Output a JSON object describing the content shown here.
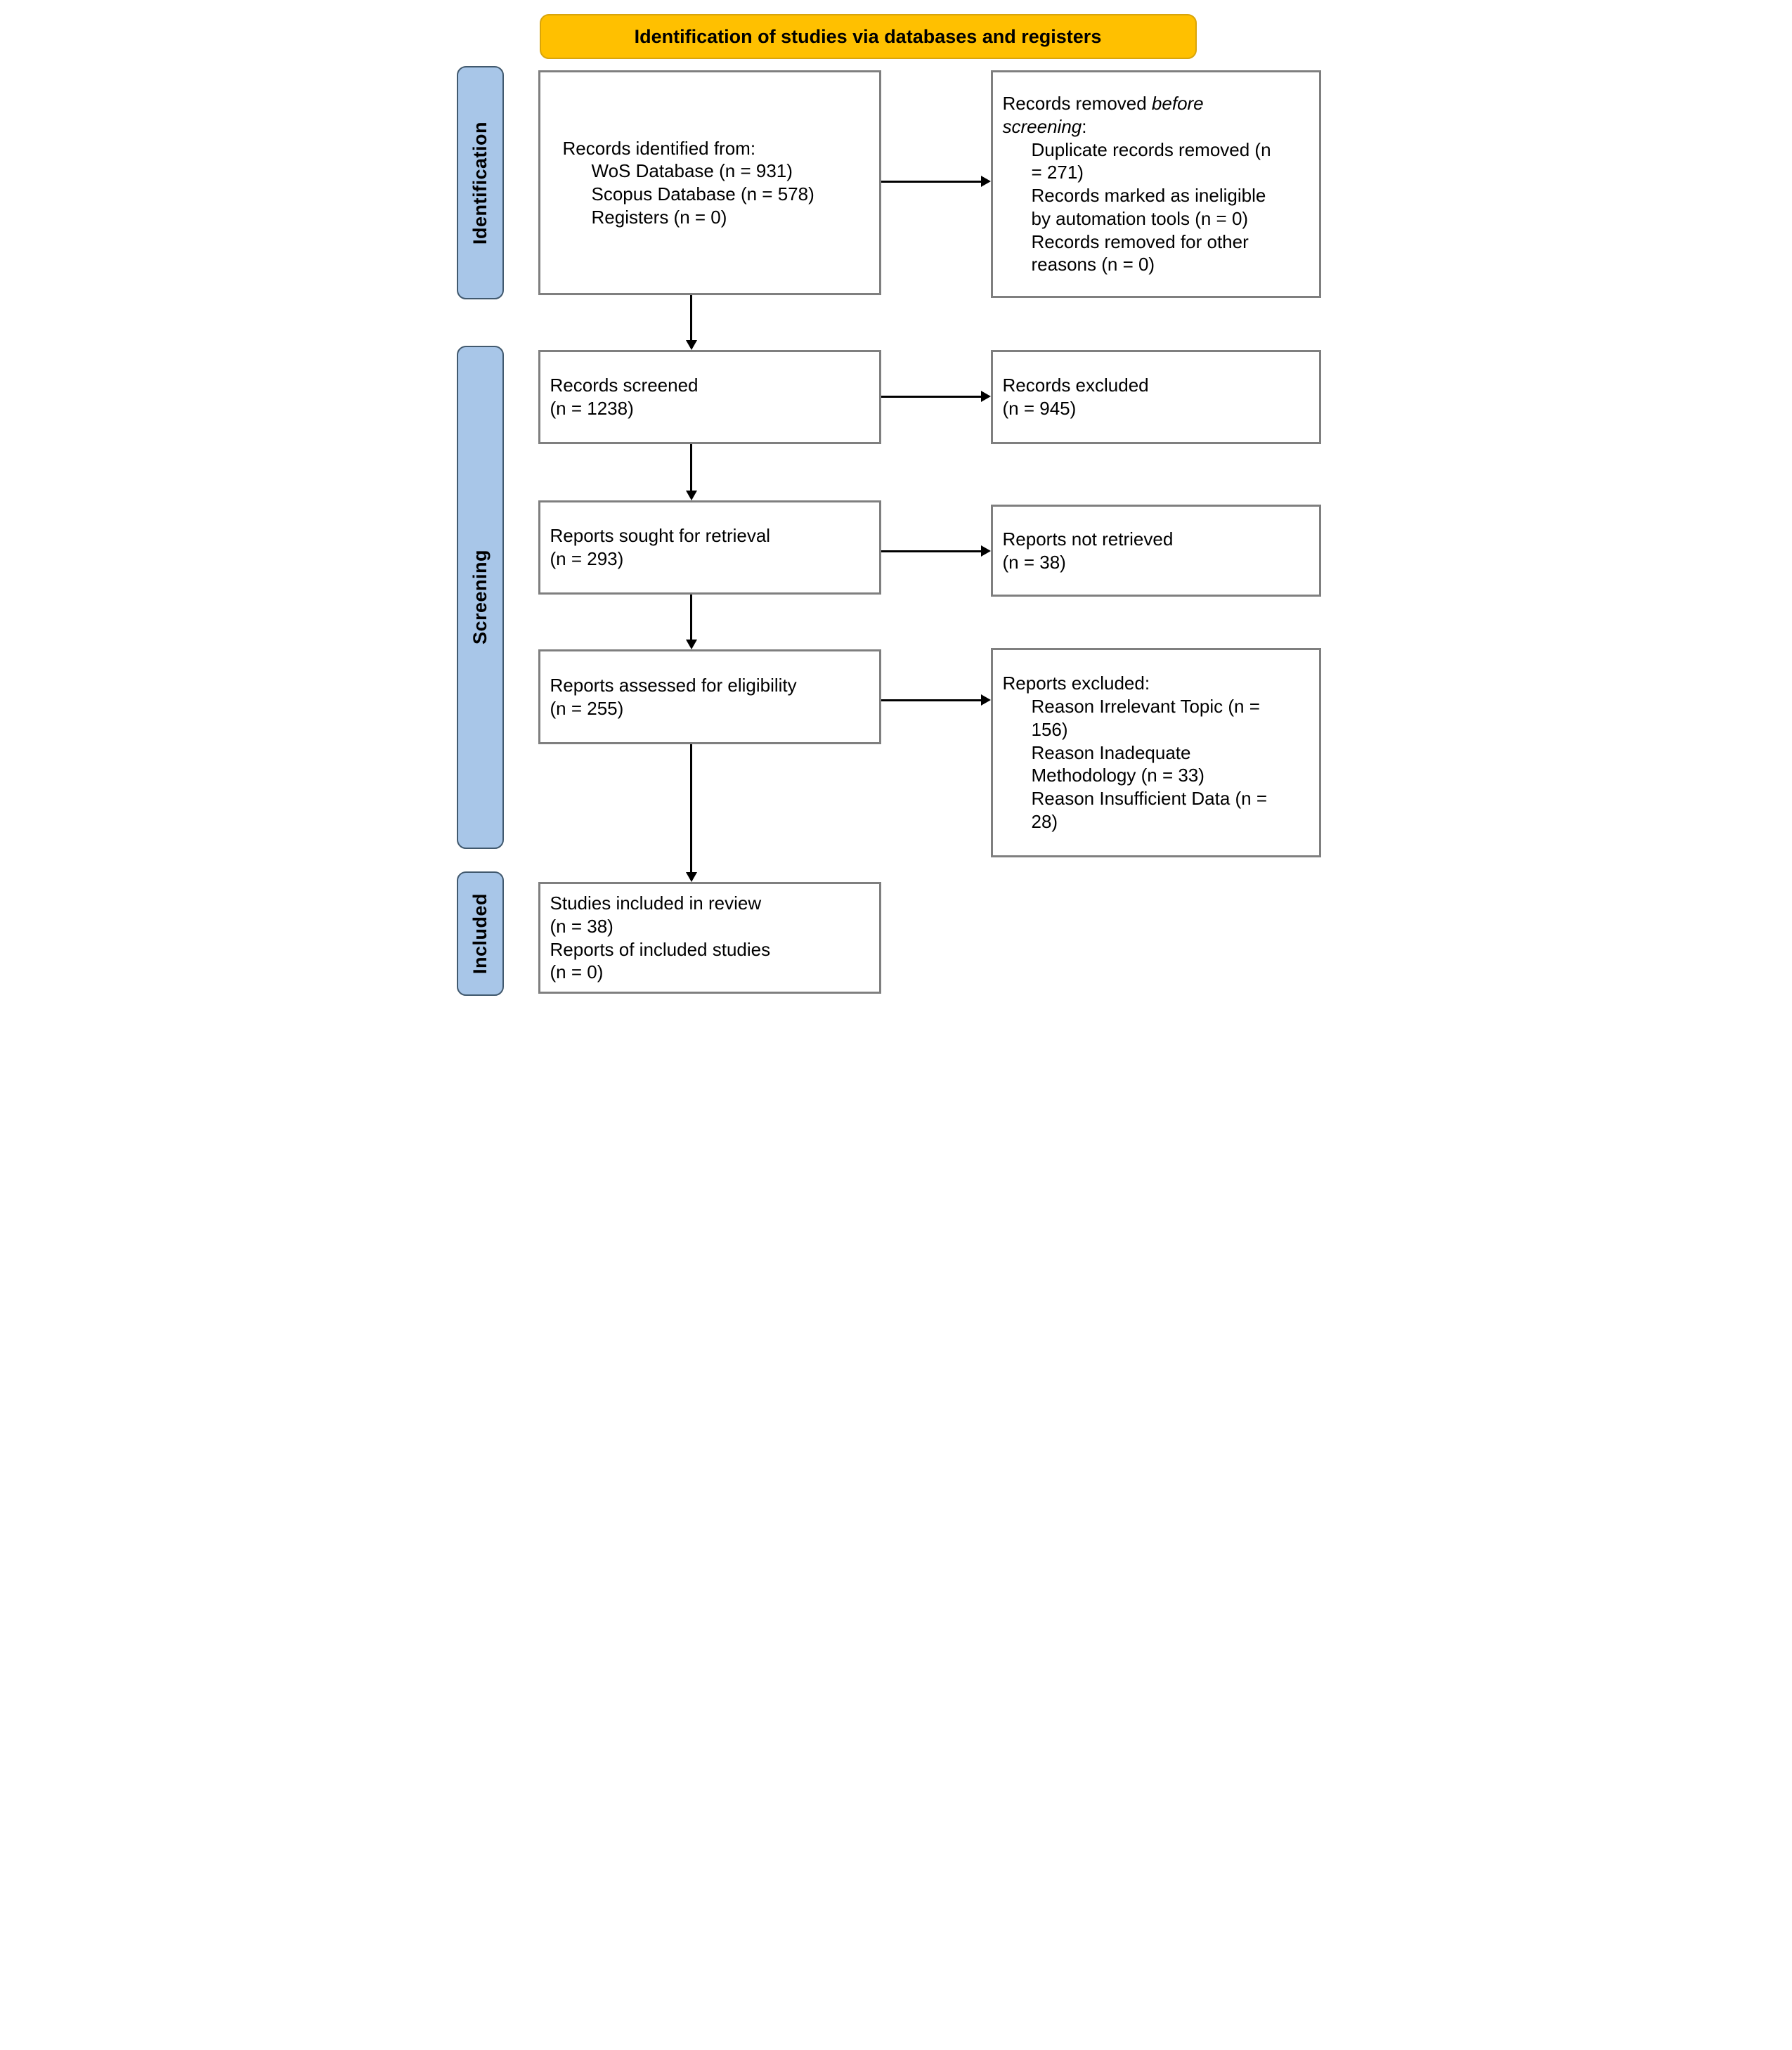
{
  "title": "Identification of studies via databases and registers",
  "colors": {
    "banner_fill": "#FFC000",
    "banner_border": "#D9A50B",
    "sidebar_fill": "#A8C6E8",
    "sidebar_border": "#41596E",
    "box_border": "#7F7F7F",
    "arrow": "#000000"
  },
  "sidebar": [
    {
      "label": "Identification"
    },
    {
      "label": "Screening"
    },
    {
      "label": "Included"
    }
  ],
  "boxes": {
    "records_identified": {
      "lines": [
        {
          "text": "Records identified from:"
        },
        {
          "text": "WoS Database (n = 931)",
          "indent": true
        },
        {
          "text": "Scopus Database (n = 578)",
          "indent": true
        },
        {
          "text": "Registers (n = 0)",
          "indent": true
        }
      ]
    },
    "records_removed": {
      "lines": [
        {
          "parts": [
            {
              "t": "Records removed "
            },
            {
              "t": "before",
              "i": true
            }
          ]
        },
        {
          "parts": [
            {
              "t": "screening",
              "i": true
            },
            {
              "t": ":"
            }
          ]
        },
        {
          "text": "Duplicate records removed (n",
          "indent": true
        },
        {
          "text": "= 271)",
          "indent": true
        },
        {
          "text": "Records marked as ineligible",
          "indent": true
        },
        {
          "text": "by automation tools (n = 0)",
          "indent": true
        },
        {
          "text": "Records removed for other",
          "indent": true
        },
        {
          "text": "reasons (n = 0)",
          "indent": true
        }
      ]
    },
    "records_screened": {
      "lines": [
        {
          "text": "Records screened"
        },
        {
          "text": "(n = 1238)"
        }
      ]
    },
    "records_excluded": {
      "lines": [
        {
          "text": "Records excluded"
        },
        {
          "text": "(n = 945)"
        }
      ]
    },
    "reports_sought": {
      "lines": [
        {
          "text": "Reports sought for retrieval"
        },
        {
          "text": "(n = 293)"
        }
      ]
    },
    "reports_not_retrieved": {
      "lines": [
        {
          "text": "Reports not retrieved"
        },
        {
          "text": "(n = 38)"
        }
      ]
    },
    "reports_assessed": {
      "lines": [
        {
          "text": "Reports assessed for eligibility"
        },
        {
          "text": "(n = 255)"
        }
      ]
    },
    "reports_excluded": {
      "lines": [
        {
          "text": "Reports excluded:"
        },
        {
          "text": "Reason Irrelevant Topic (n =",
          "indent": true
        },
        {
          "text": "156)",
          "indent": true
        },
        {
          "text": "Reason Inadequate",
          "indent": true
        },
        {
          "text": "Methodology (n = 33)",
          "indent": true
        },
        {
          "text": "Reason Insufficient Data (n =",
          "indent": true
        },
        {
          "text": "28)",
          "indent": true
        }
      ]
    },
    "studies_included": {
      "lines": [
        {
          "text": "Studies included in review"
        },
        {
          "text": "(n = 38)"
        },
        {
          "text": "Reports of included studies"
        },
        {
          "text": "(n = 0)"
        }
      ]
    }
  }
}
